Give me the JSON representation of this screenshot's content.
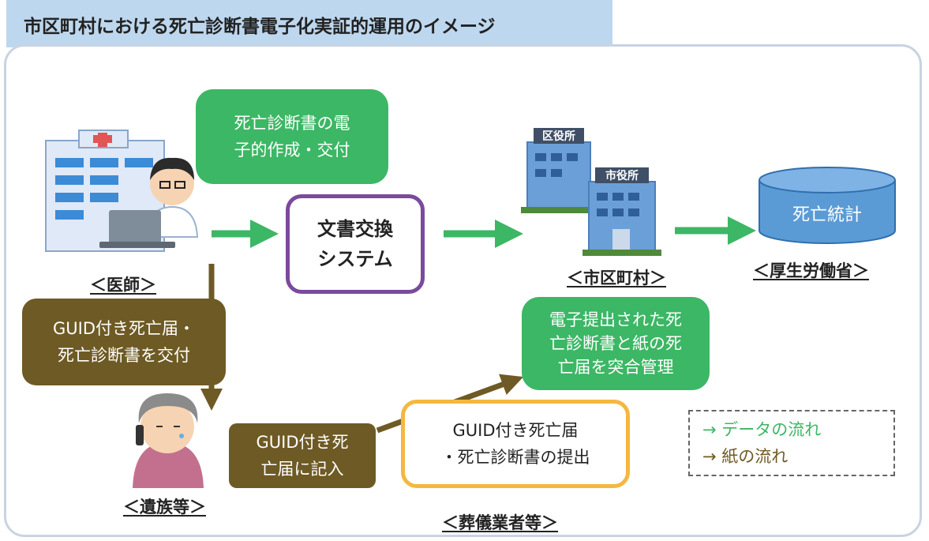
{
  "title": "市区町村における死亡診断書電子化実証的運用のイメージ",
  "nodes": {
    "doctor_label": "＜医師＞",
    "family_label": "＜遺族等＞",
    "municipality_label": "＜市区町村＞",
    "ministry_label": "＜厚生労働省＞",
    "funeral_label": "＜葬儀業者等＞",
    "ward_office_sign": "区役所",
    "city_office_sign": "市役所"
  },
  "boxes": {
    "electronic_issue": "死亡診断書の電\n子的作成・交付",
    "exchange_system": "文書交換\nシステム",
    "death_stats": "死亡統計",
    "guid_issue": "GUID付き死亡届・\n死亡診断書を交付",
    "guid_fill": "GUID付き死\n亡届に記入",
    "guid_submit": "GUID付き死亡届\n・死亡診断書の提出",
    "match_manage": "電子提出された死\n亡診断書と紙の死\n亡届を突合管理"
  },
  "legend": {
    "data_flow": "→  データの流れ",
    "paper_flow": "→  紙の流れ",
    "data_color": "#3cb765",
    "paper_color": "#6e5a24"
  },
  "colors": {
    "green": "#3cb765",
    "brown": "#6e5a24",
    "purple": "#7a4a9c",
    "yellow": "#f4b740",
    "title_bg": "#bdd7ee",
    "db_blue": "#5b9bd5"
  }
}
